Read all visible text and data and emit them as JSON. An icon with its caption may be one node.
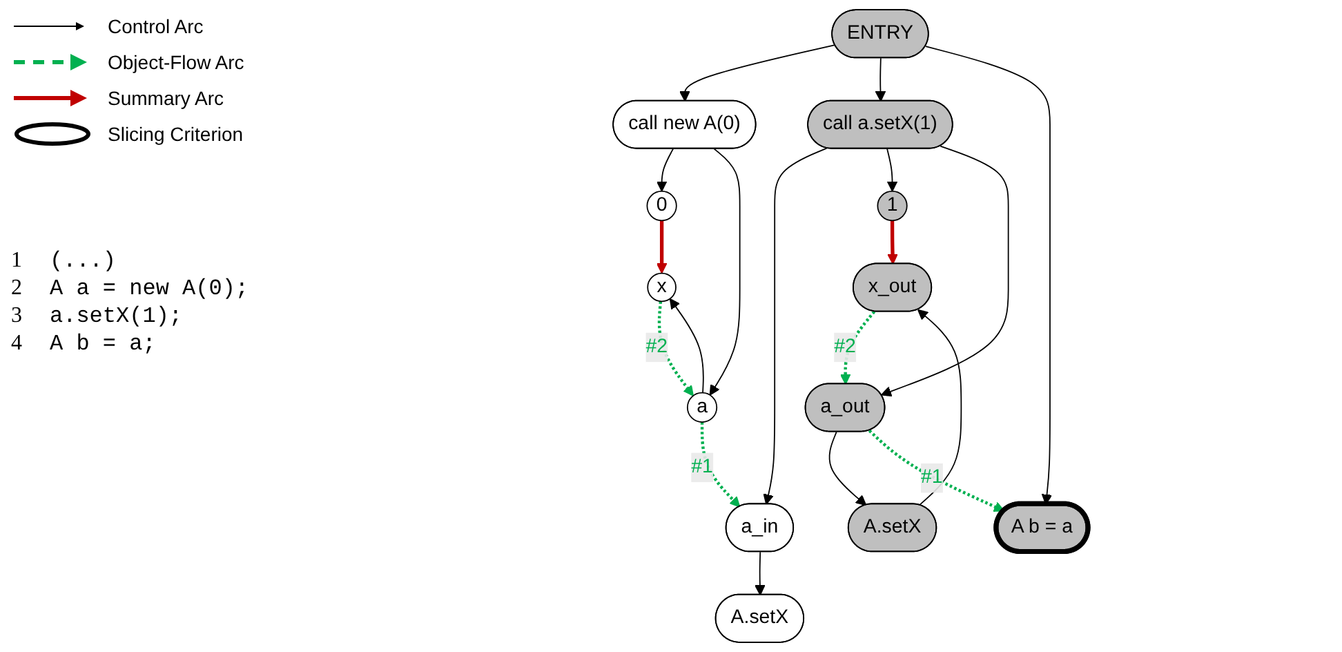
{
  "diagram": {
    "nodes": [
      {
        "text": [
          "ENTRY"
        ]
      },
      {
        "text": [
          "call new A(0)"
        ]
      },
      {
        "text": [
          "call a.setX(1)"
        ]
      },
      {
        "text": [
          "A b = a"
        ]
      },
      {
        "text": [
          "0"
        ]
      },
      {
        "text": [
          "a"
        ]
      },
      {
        "text": [
          "a_in"
        ]
      },
      {
        "text": [
          "1"
        ]
      },
      {
        "text": [
          "a_out"
        ]
      },
      {
        "text": [
          "x"
        ]
      },
      {
        "text": [
          "A.setX"
        ]
      },
      {
        "text": [
          "A.setX"
        ]
      },
      {
        "text": [
          "x_out"
        ]
      }
    ],
    "edges": [
      {
        "from": 0,
        "to": 1,
        "arrow": "to"
      },
      {
        "from": 0,
        "to": 2,
        "arrow": "to"
      },
      {
        "from": 0,
        "to": 3,
        "arrow": "to"
      },
      {
        "from": 1,
        "to": 4,
        "arrow": "to"
      },
      {
        "from": 1,
        "to": 5,
        "arrow": "to"
      },
      {
        "from": 2,
        "to": 6,
        "arrow": "to"
      },
      {
        "from": 2,
        "to": 7,
        "arrow": "to"
      },
      {
        "from": 2,
        "to": 8,
        "arrow": "to"
      },
      {
        "from": 5,
        "to": 9,
        "arrow": "to"
      },
      {
        "from": 6,
        "to": 10,
        "arrow": "to"
      },
      {
        "from": 8,
        "to": 11,
        "arrow": "to"
      },
      {
        "from": 11,
        "to": 12,
        "arrow": "to"
      },
      {
        "from": 5,
        "to": 6,
        "arrow": "to",
        "label": "#1",
        "style": "dashed",
        "color": "#00b050"
      },
      {
        "from": 9,
        "to": 5,
        "arrow": "to",
        "label": "#2",
        "style": "dashed",
        "color": "#00b050"
      },
      {
        "from": 8,
        "to": 3,
        "arrow": "to",
        "label": "#1",
        "style": "dashed",
        "color": "#00b050"
      },
      {
        "from": 12,
        "to": 8,
        "arrow": "to",
        "label": "#2",
        "style": "dashed",
        "color": "#00b050"
      },
      {
        "from": 4,
        "to": 9,
        "arrow": "to",
        "style": "thick",
        "color": "#c00000"
      },
      {
        "from": 7,
        "to": 12,
        "arrow": "to",
        "style": "thick",
        "color": "#c00000"
      }
    ],
    "labels": [
      "1",
      "(...)",
      "2",
      "A a = new A(0);",
      "3",
      "a.setX(1);",
      "4",
      "A b = a;"
    ],
    "legend": [
      {
        "text": "Control Arc"
      },
      {
        "text": "Object-Flow Arc"
      },
      {
        "text": "Summary Arc"
      },
      {
        "text": "Slicing Criterion"
      }
    ]
  }
}
